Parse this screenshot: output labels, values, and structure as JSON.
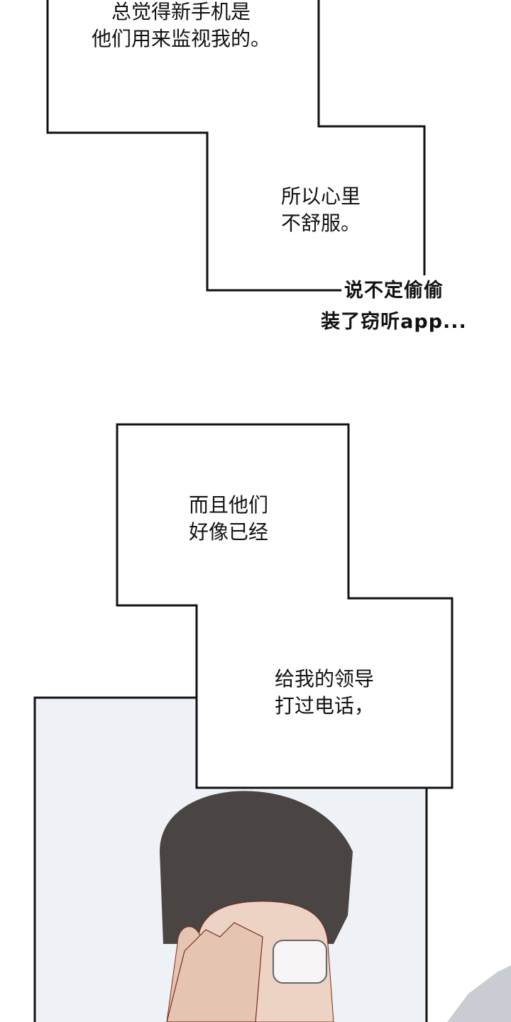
{
  "bubbles": [
    {
      "lines": [
        "总觉得新手机是",
        "他们用来监视我的。"
      ]
    },
    {
      "lines": [
        "所以心里",
        "不舒服。"
      ]
    },
    {
      "lines": [
        "说不定偷偷",
        "装了窃听app..."
      ]
    },
    {
      "lines": [
        "而且他们",
        "好像已经"
      ]
    },
    {
      "lines": [
        "给我的领导",
        "打过电话，"
      ]
    }
  ],
  "colors": {
    "panel_bg": "#eef1f6",
    "hair": "#4a4442",
    "skin": "#ecd3c4",
    "line": "#111111"
  }
}
